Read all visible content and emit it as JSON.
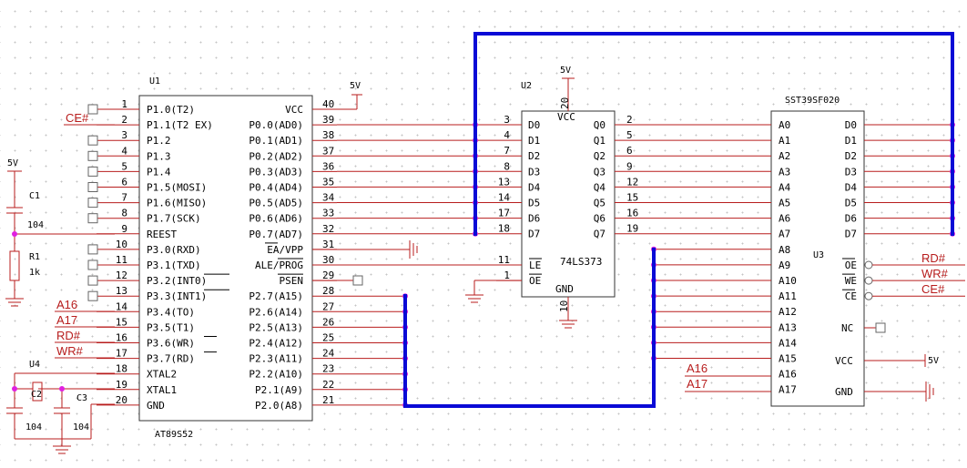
{
  "u1": {
    "ref": "U1",
    "part": "AT89S52",
    "left_pins": [
      {
        "num": "1",
        "name": "P1.0(T2)"
      },
      {
        "num": "2",
        "name": "P1.1(T2 EX)"
      },
      {
        "num": "3",
        "name": "P1.2"
      },
      {
        "num": "4",
        "name": "P1.3"
      },
      {
        "num": "5",
        "name": "P1.4"
      },
      {
        "num": "6",
        "name": "P1.5(MOSI)"
      },
      {
        "num": "7",
        "name": "P1.6(MISO)"
      },
      {
        "num": "8",
        "name": "P1.7(SCK)"
      },
      {
        "num": "9",
        "name": "REEST"
      },
      {
        "num": "10",
        "name": "P3.0(RXD)"
      },
      {
        "num": "11",
        "name": "P3.1(TXD)"
      },
      {
        "num": "12",
        "name": "P3.2(INT0)"
      },
      {
        "num": "13",
        "name": "P3.3(INT1)"
      },
      {
        "num": "14",
        "name": "P3.4(TO)"
      },
      {
        "num": "15",
        "name": "P3.5(T1)"
      },
      {
        "num": "16",
        "name": "P3.6(WR)"
      },
      {
        "num": "17",
        "name": "P3.7(RD)"
      },
      {
        "num": "18",
        "name": "XTAL2"
      },
      {
        "num": "19",
        "name": "XTAL1"
      },
      {
        "num": "20",
        "name": "GND"
      }
    ],
    "right_pins": [
      {
        "num": "40",
        "name": "VCC"
      },
      {
        "num": "39",
        "name": "P0.0(AD0)"
      },
      {
        "num": "38",
        "name": "P0.1(AD1)"
      },
      {
        "num": "37",
        "name": "P0.2(AD2)"
      },
      {
        "num": "36",
        "name": "P0.3(AD3)"
      },
      {
        "num": "35",
        "name": "P0.4(AD4)"
      },
      {
        "num": "34",
        "name": "P0.5(AD5)"
      },
      {
        "num": "33",
        "name": "P0.6(AD6)"
      },
      {
        "num": "32",
        "name": "P0.7(AD7)"
      },
      {
        "num": "31",
        "name": "EA/VPP"
      },
      {
        "num": "30",
        "name": "ALE/PROG"
      },
      {
        "num": "29",
        "name": "PSEN"
      },
      {
        "num": "28",
        "name": "P2.7(A15)"
      },
      {
        "num": "27",
        "name": "P2.6(A14)"
      },
      {
        "num": "26",
        "name": "P2.5(A13)"
      },
      {
        "num": "25",
        "name": "P2.4(A12)"
      },
      {
        "num": "24",
        "name": "P2.3(A11)"
      },
      {
        "num": "23",
        "name": "P2.2(A10)"
      },
      {
        "num": "22",
        "name": "P2.1(A9)"
      },
      {
        "num": "21",
        "name": "P2.0(A8)"
      }
    ]
  },
  "u2": {
    "ref": "U2",
    "part": "74LS373",
    "vcc_label": "VCC",
    "gnd_label": "GND",
    "vcc_pin": "20",
    "gnd_pin": "10",
    "d_pins": [
      {
        "num": "3",
        "name": "D0"
      },
      {
        "num": "4",
        "name": "D1"
      },
      {
        "num": "7",
        "name": "D2"
      },
      {
        "num": "8",
        "name": "D3"
      },
      {
        "num": "13",
        "name": "D4"
      },
      {
        "num": "14",
        "name": "D5"
      },
      {
        "num": "17",
        "name": "D6"
      },
      {
        "num": "18",
        "name": "D7"
      }
    ],
    "q_pins": [
      {
        "num": "2",
        "name": "Q0"
      },
      {
        "num": "5",
        "name": "Q1"
      },
      {
        "num": "6",
        "name": "Q2"
      },
      {
        "num": "9",
        "name": "Q3"
      },
      {
        "num": "12",
        "name": "Q4"
      },
      {
        "num": "15",
        "name": "Q5"
      },
      {
        "num": "16",
        "name": "Q6"
      },
      {
        "num": "19",
        "name": "Q7"
      }
    ],
    "ctrl_pins": [
      {
        "num": "11",
        "name": "LE"
      },
      {
        "num": "1",
        "name": "OE"
      }
    ]
  },
  "u3": {
    "ref": "U3",
    "part": "SST39SF020",
    "addr_pins": [
      "A0",
      "A1",
      "A2",
      "A3",
      "A4",
      "A5",
      "A6",
      "A7",
      "A8",
      "A9",
      "A10",
      "A11",
      "A12",
      "A13",
      "A14",
      "A15",
      "A16",
      "A17"
    ],
    "data_pins": [
      "D0",
      "D1",
      "D2",
      "D3",
      "D4",
      "D5",
      "D6",
      "D7"
    ],
    "ctrl_pins": [
      "OE",
      "WE",
      "CE"
    ],
    "nc_label": "NC",
    "vcc_label": "VCC",
    "gnd_label": "GND"
  },
  "nets": {
    "ce": "CE#",
    "a16": "A16",
    "a17": "A17",
    "rd": "RD#",
    "wr": "WR#",
    "u3_rd": "RD#",
    "u3_wr": "WR#",
    "u3_ce": "CE#",
    "u3_a16": "A16",
    "u3_a17": "A17"
  },
  "power": {
    "u1_vcc": "5V",
    "u2_vcc": "5V",
    "rc_vcc": "5V",
    "u3_vcc": "5V"
  },
  "parts": {
    "c1": {
      "ref": "C1",
      "value": "104"
    },
    "r1": {
      "ref": "R1",
      "value": "1k"
    },
    "c2": {
      "ref": "C2",
      "value": "104"
    },
    "c3": {
      "ref": "C3",
      "value": "104"
    },
    "u4": {
      "ref": "U4"
    }
  },
  "colors": {
    "wire": "#b81d1d",
    "bus": "#0a0ad6",
    "junction": "#e020e0",
    "background": "#ffffff"
  }
}
